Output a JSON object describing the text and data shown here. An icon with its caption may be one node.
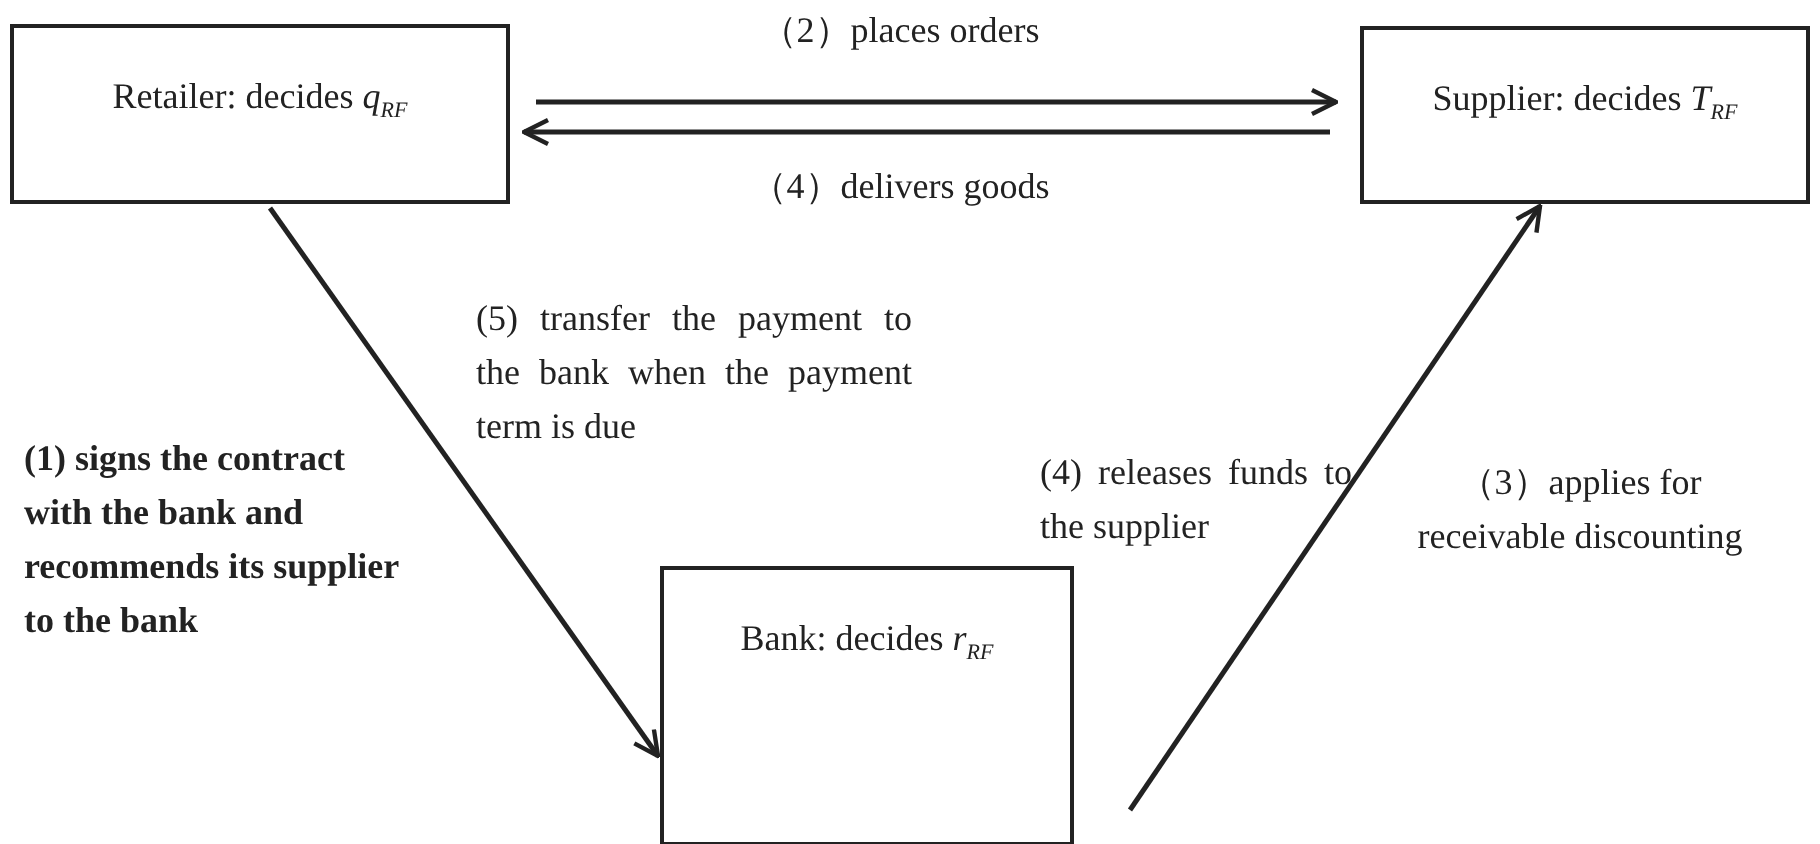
{
  "diagram": {
    "nodes": [
      {
        "text": [
          "Retailer: decides *q*$_{RF}$"
        ]
      },
      {
        "text": [
          "Supplier: decides *T*$_{RF}$"
        ]
      },
      {
        "text": [
          "Bank: decides *r*$_{RF}$"
        ]
      }
    ],
    "edges": [
      {
        "from": 0,
        "to": 1,
        "arrow": "to",
        "label": "（2）places orders"
      },
      {
        "from": 1,
        "to": 0,
        "arrow": "to",
        "label": "（4）delivers goods"
      },
      {
        "from": 0,
        "to": 2,
        "arrow": "to",
        "label": "(1) signs the contract with the bank and recommends its supplier to the bank"
      },
      {
        "from": 2,
        "to": 1,
        "arrow": "to",
        "label": "(4) releases funds to the supplier"
      }
    ],
    "labels": [
      "(5) transfer the payment to the bank when the payment term is due",
      "（3）applies for receivable discounting"
    ]
  }
}
